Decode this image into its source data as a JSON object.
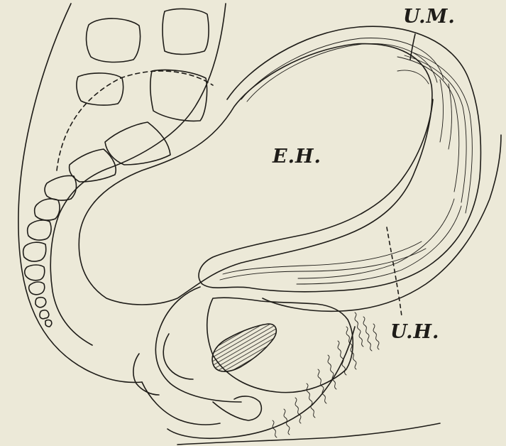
{
  "labels": {
    "uterine_muscle": "U.M.",
    "extra_hollow": "E.H.",
    "uterine_hollow": "U.H."
  },
  "colors": {
    "paper": "#ece9d8",
    "ink": "#1e1c18"
  }
}
